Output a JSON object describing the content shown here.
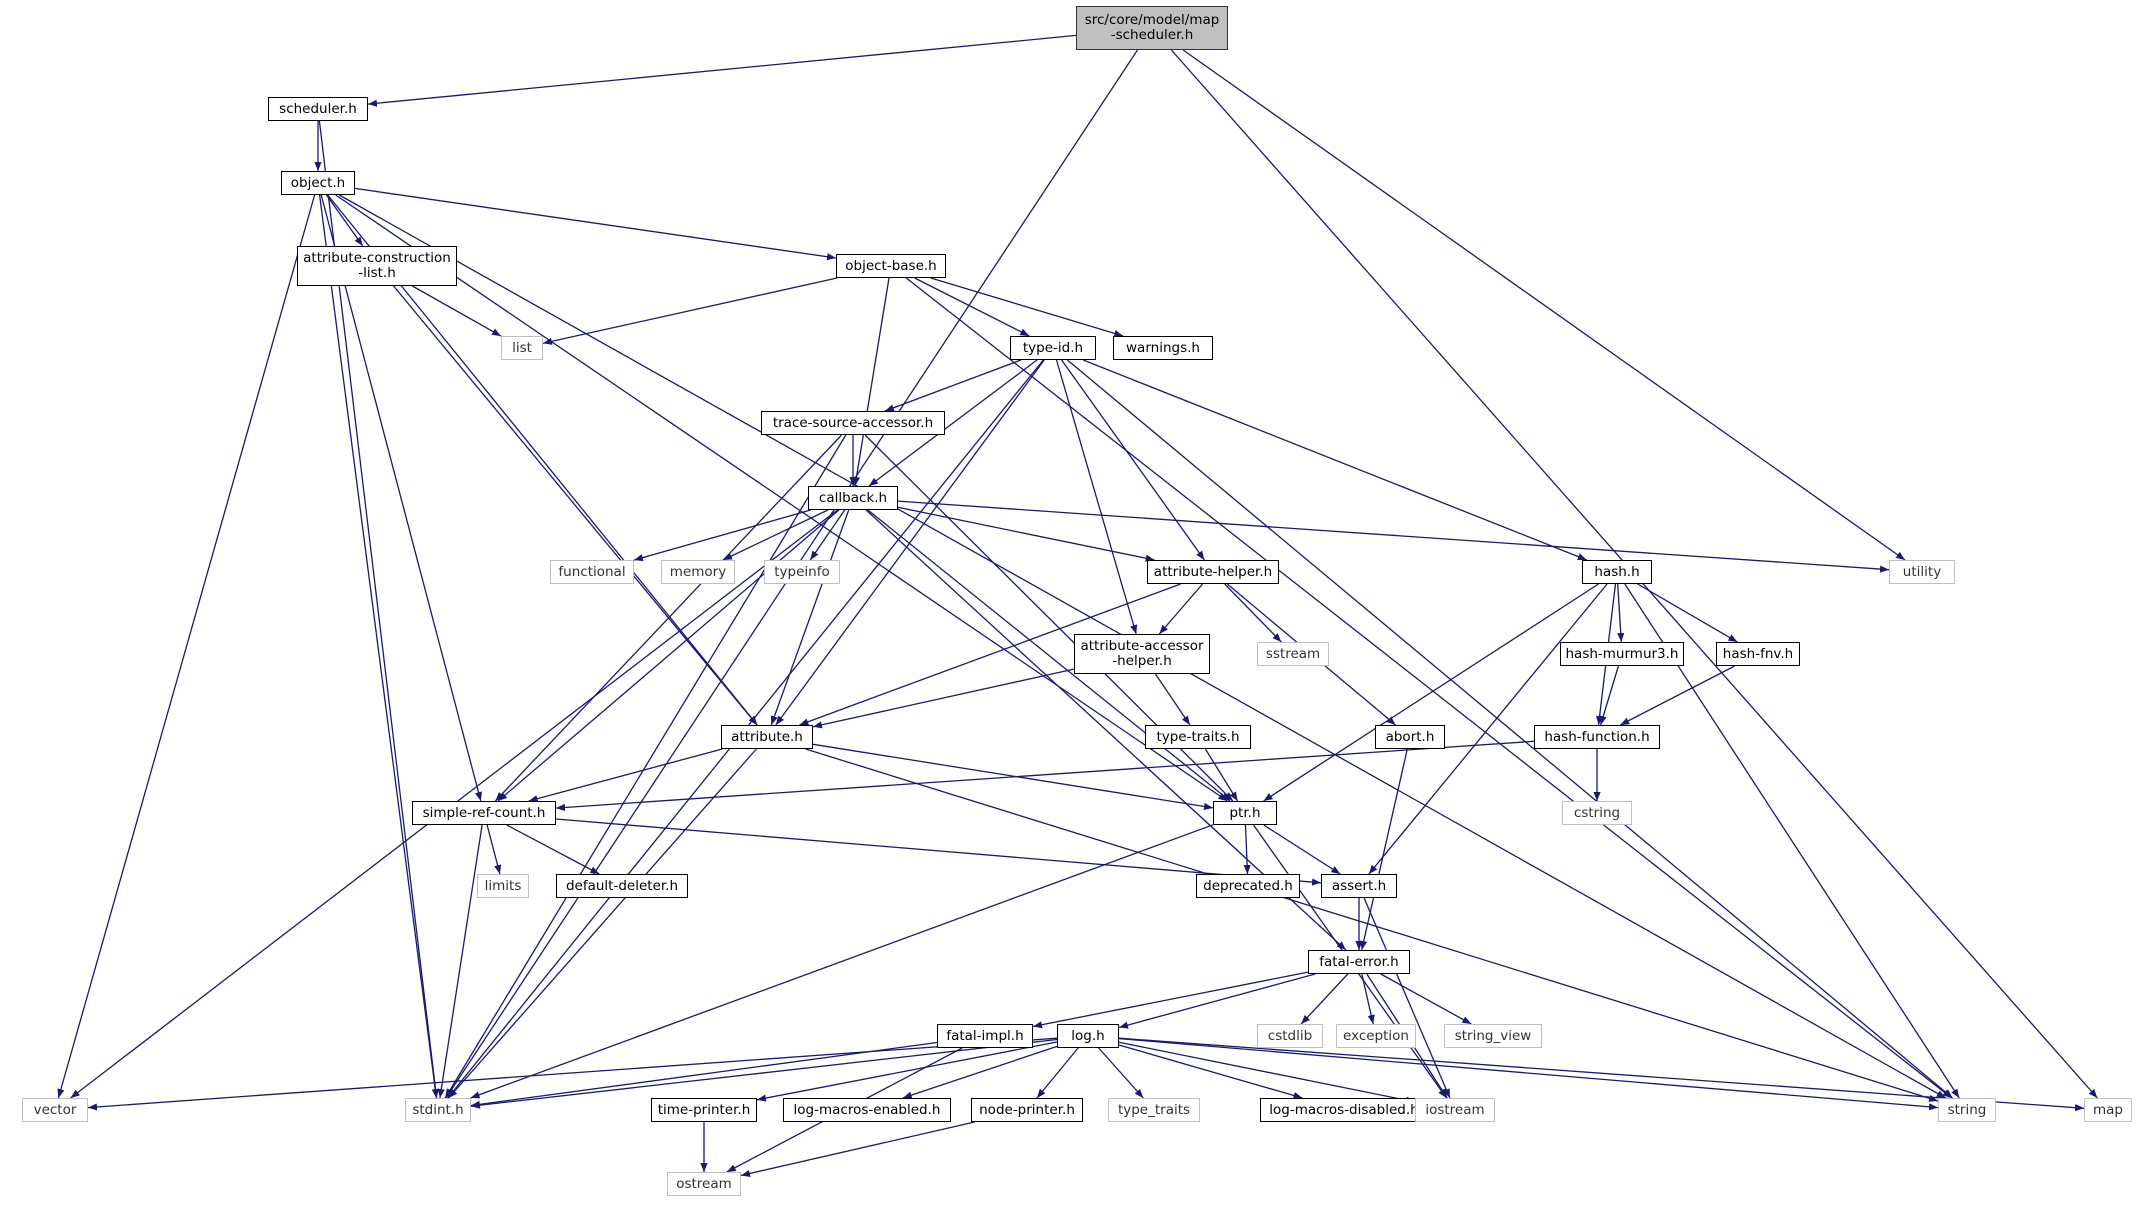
{
  "diagram": {
    "colors": {
      "edge": "#191970",
      "project_border": "#000000",
      "system_border": "#bfbfbf",
      "root_fill": "#bfbfbf"
    },
    "nodes": [
      {
        "id": "root",
        "label": "src/core/model/map\n-scheduler.h",
        "kind": "root"
      },
      {
        "id": "scheduler",
        "label": "scheduler.h",
        "kind": "project"
      },
      {
        "id": "object",
        "label": "object.h",
        "kind": "project"
      },
      {
        "id": "acl",
        "label": "attribute-construction\n-list.h",
        "kind": "project"
      },
      {
        "id": "objectbase",
        "label": "object-base.h",
        "kind": "project"
      },
      {
        "id": "list",
        "label": "list",
        "kind": "system"
      },
      {
        "id": "typeid",
        "label": "type-id.h",
        "kind": "project"
      },
      {
        "id": "warnings",
        "label": "warnings.h",
        "kind": "project"
      },
      {
        "id": "tsa",
        "label": "trace-source-accessor.h",
        "kind": "project"
      },
      {
        "id": "callback",
        "label": "callback.h",
        "kind": "project"
      },
      {
        "id": "functional",
        "label": "functional",
        "kind": "system"
      },
      {
        "id": "memory",
        "label": "memory",
        "kind": "system"
      },
      {
        "id": "typeinfo",
        "label": "typeinfo",
        "kind": "system"
      },
      {
        "id": "ahelper",
        "label": "attribute-helper.h",
        "kind": "project"
      },
      {
        "id": "hash",
        "label": "hash.h",
        "kind": "project"
      },
      {
        "id": "utility",
        "label": "utility",
        "kind": "system"
      },
      {
        "id": "sstream",
        "label": "sstream",
        "kind": "system"
      },
      {
        "id": "aahelper",
        "label": "attribute-accessor\n-helper.h",
        "kind": "project"
      },
      {
        "id": "murmur",
        "label": "hash-murmur3.h",
        "kind": "project"
      },
      {
        "id": "fnv",
        "label": "hash-fnv.h",
        "kind": "project"
      },
      {
        "id": "attribute",
        "label": "attribute.h",
        "kind": "project"
      },
      {
        "id": "typetraits",
        "label": "type-traits.h",
        "kind": "project"
      },
      {
        "id": "abort",
        "label": "abort.h",
        "kind": "project"
      },
      {
        "id": "hashfunc",
        "label": "hash-function.h",
        "kind": "project"
      },
      {
        "id": "src",
        "label": "simple-ref-count.h",
        "kind": "project"
      },
      {
        "id": "ptr",
        "label": "ptr.h",
        "kind": "project"
      },
      {
        "id": "cstring",
        "label": "cstring",
        "kind": "system"
      },
      {
        "id": "limits",
        "label": "limits",
        "kind": "system"
      },
      {
        "id": "defdel",
        "label": "default-deleter.h",
        "kind": "project"
      },
      {
        "id": "deprecated",
        "label": "deprecated.h",
        "kind": "project"
      },
      {
        "id": "assert",
        "label": "assert.h",
        "kind": "project"
      },
      {
        "id": "fatalerror",
        "label": "fatal-error.h",
        "kind": "project"
      },
      {
        "id": "fatalimpl",
        "label": "fatal-impl.h",
        "kind": "project"
      },
      {
        "id": "log",
        "label": "log.h",
        "kind": "project"
      },
      {
        "id": "cstdlib",
        "label": "cstdlib",
        "kind": "system"
      },
      {
        "id": "exception",
        "label": "exception",
        "kind": "system"
      },
      {
        "id": "stringview",
        "label": "string_view",
        "kind": "system"
      },
      {
        "id": "vector",
        "label": "vector",
        "kind": "system"
      },
      {
        "id": "stdint",
        "label": "stdint.h",
        "kind": "system"
      },
      {
        "id": "timeprinter",
        "label": "time-printer.h",
        "kind": "project"
      },
      {
        "id": "lme",
        "label": "log-macros-enabled.h",
        "kind": "project"
      },
      {
        "id": "nodeprinter",
        "label": "node-printer.h",
        "kind": "project"
      },
      {
        "id": "type_traits",
        "label": "type_traits",
        "kind": "system"
      },
      {
        "id": "lmd",
        "label": "log-macros-disabled.h",
        "kind": "project"
      },
      {
        "id": "iostream",
        "label": "iostream",
        "kind": "system"
      },
      {
        "id": "string",
        "label": "string",
        "kind": "system"
      },
      {
        "id": "map",
        "label": "map",
        "kind": "system"
      },
      {
        "id": "ostream",
        "label": "ostream",
        "kind": "system"
      }
    ],
    "edges": [
      [
        "root",
        "scheduler"
      ],
      [
        "root",
        "stdint"
      ],
      [
        "root",
        "utility"
      ],
      [
        "root",
        "map"
      ],
      [
        "scheduler",
        "object"
      ],
      [
        "scheduler",
        "stdint"
      ],
      [
        "object",
        "acl"
      ],
      [
        "object",
        "objectbase"
      ],
      [
        "object",
        "vector"
      ],
      [
        "object",
        "stdint"
      ],
      [
        "object",
        "src"
      ],
      [
        "object",
        "attribute"
      ],
      [
        "object",
        "ptr"
      ],
      [
        "object",
        "string"
      ],
      [
        "acl",
        "list"
      ],
      [
        "acl",
        "attribute"
      ],
      [
        "objectbase",
        "list"
      ],
      [
        "objectbase",
        "typeid"
      ],
      [
        "objectbase",
        "warnings"
      ],
      [
        "objectbase",
        "callback"
      ],
      [
        "objectbase",
        "string"
      ],
      [
        "typeid",
        "tsa"
      ],
      [
        "typeid",
        "callback"
      ],
      [
        "typeid",
        "attribute"
      ],
      [
        "typeid",
        "stdint"
      ],
      [
        "typeid",
        "aahelper"
      ],
      [
        "typeid",
        "ahelper"
      ],
      [
        "typeid",
        "hash"
      ],
      [
        "typeid",
        "string"
      ],
      [
        "tsa",
        "callback"
      ],
      [
        "tsa",
        "stdint"
      ],
      [
        "tsa",
        "src"
      ],
      [
        "tsa",
        "ptr"
      ],
      [
        "callback",
        "functional"
      ],
      [
        "callback",
        "memory"
      ],
      [
        "callback",
        "typeinfo"
      ],
      [
        "callback",
        "vector"
      ],
      [
        "callback",
        "src"
      ],
      [
        "callback",
        "attribute"
      ],
      [
        "callback",
        "ptr"
      ],
      [
        "callback",
        "ahelper"
      ],
      [
        "callback",
        "utility"
      ],
      [
        "callback",
        "fatalerror"
      ],
      [
        "ahelper",
        "aahelper"
      ],
      [
        "ahelper",
        "sstream"
      ],
      [
        "ahelper",
        "abort"
      ],
      [
        "ahelper",
        "attribute"
      ],
      [
        "aahelper",
        "attribute"
      ],
      [
        "aahelper",
        "typetraits"
      ],
      [
        "hash",
        "murmur"
      ],
      [
        "hash",
        "fnv"
      ],
      [
        "hash",
        "hashfunc"
      ],
      [
        "hash",
        "ptr"
      ],
      [
        "hash",
        "assert"
      ],
      [
        "hash",
        "string"
      ],
      [
        "murmur",
        "hashfunc"
      ],
      [
        "fnv",
        "hashfunc"
      ],
      [
        "attribute",
        "src"
      ],
      [
        "attribute",
        "ptr"
      ],
      [
        "attribute",
        "stdint"
      ],
      [
        "attribute",
        "string"
      ],
      [
        "typetraits",
        "ptr"
      ],
      [
        "abort",
        "fatalerror"
      ],
      [
        "hashfunc",
        "cstring"
      ],
      [
        "hashfunc",
        "src"
      ],
      [
        "src",
        "limits"
      ],
      [
        "src",
        "defdel"
      ],
      [
        "src",
        "assert"
      ],
      [
        "src",
        "stdint"
      ],
      [
        "ptr",
        "deprecated"
      ],
      [
        "ptr",
        "assert"
      ],
      [
        "ptr",
        "stdint"
      ],
      [
        "ptr",
        "iostream"
      ],
      [
        "assert",
        "fatalerror"
      ],
      [
        "assert",
        "iostream"
      ],
      [
        "fatalerror",
        "fatalimpl"
      ],
      [
        "fatalerror",
        "log"
      ],
      [
        "fatalerror",
        "cstdlib"
      ],
      [
        "fatalerror",
        "exception"
      ],
      [
        "fatalerror",
        "stringview"
      ],
      [
        "fatalerror",
        "iostream"
      ],
      [
        "fatalimpl",
        "stdint"
      ],
      [
        "fatalimpl",
        "ostream"
      ],
      [
        "log",
        "vector"
      ],
      [
        "log",
        "stdint"
      ],
      [
        "log",
        "timeprinter"
      ],
      [
        "log",
        "lme"
      ],
      [
        "log",
        "nodeprinter"
      ],
      [
        "log",
        "type_traits"
      ],
      [
        "log",
        "lmd"
      ],
      [
        "log",
        "iostream"
      ],
      [
        "log",
        "string"
      ],
      [
        "log",
        "map"
      ],
      [
        "timeprinter",
        "ostream"
      ],
      [
        "nodeprinter",
        "ostream"
      ]
    ]
  }
}
